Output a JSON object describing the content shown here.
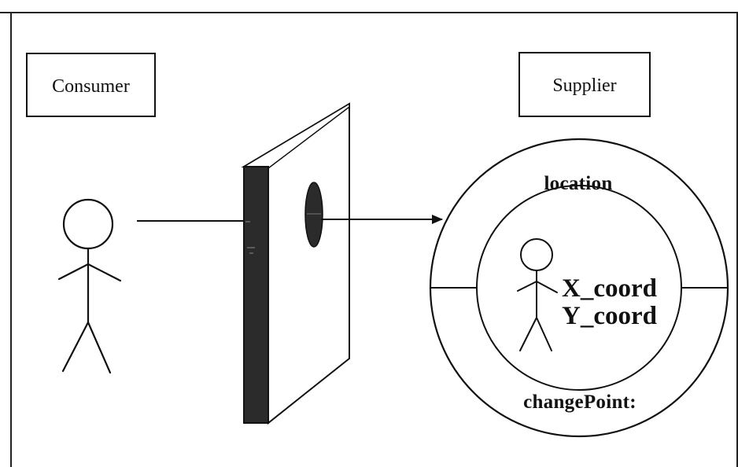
{
  "consumer_label": "Consumer",
  "supplier_label": "Supplier",
  "interface_top_label": "location",
  "interface_bottom_label": "changePoint:",
  "attributes": [
    "X_coord",
    "Y_coord"
  ],
  "colors": {
    "line": "#111111",
    "wall_side": "#2b2b2b",
    "background": "#ffffff"
  }
}
